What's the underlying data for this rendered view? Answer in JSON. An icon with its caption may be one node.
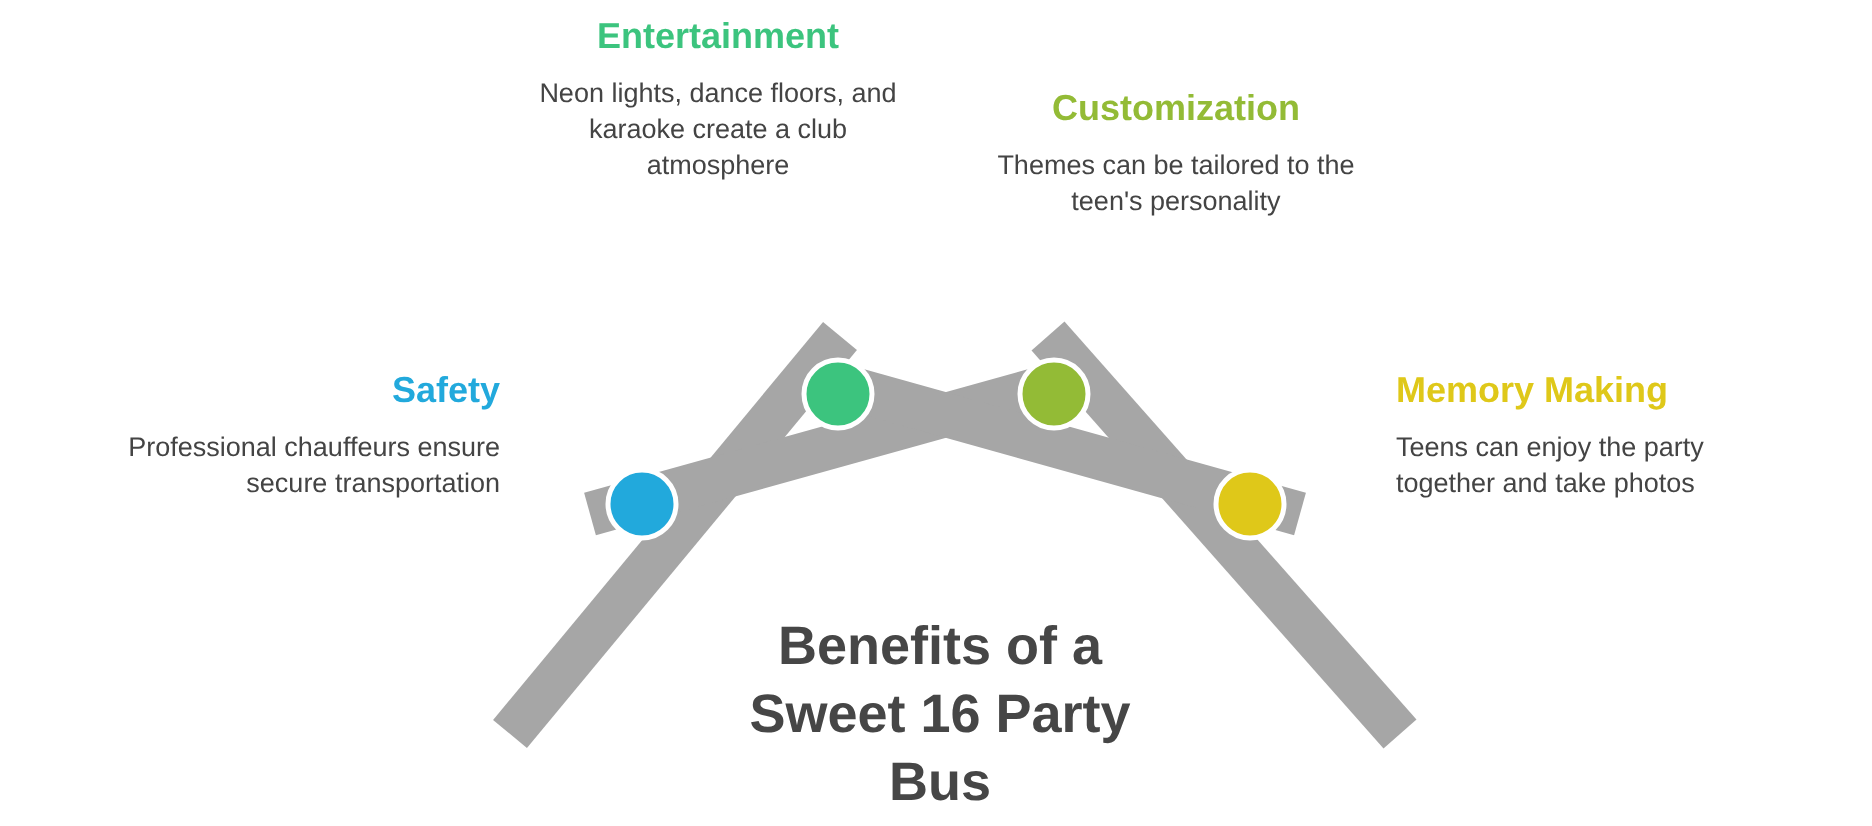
{
  "diagram": {
    "title": "Benefits of a Sweet 16 Party Bus",
    "nodes": [
      {
        "text": [
          "Safety",
          "Professional chauffeurs ensure secure transportation"
        ]
      },
      {
        "text": [
          "Entertainment",
          "Neon lights, dance floors, and karaoke create a club atmosphere"
        ]
      },
      {
        "text": [
          "Customization",
          "Themes can be tailored to the teen's personality"
        ]
      },
      {
        "text": [
          "Memory Making",
          "Teens can enjoy the party together and take photos"
        ]
      }
    ]
  }
}
